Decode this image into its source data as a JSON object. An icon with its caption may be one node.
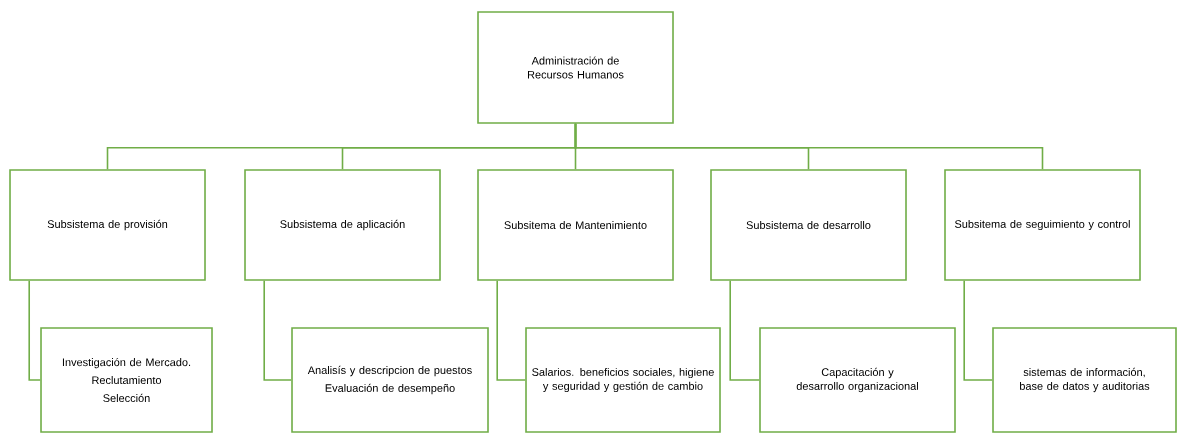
{
  "diagram": {
    "nodes": [
      {
        "text": [
          "Administración de Recursos Humanos"
        ]
      },
      {
        "text": [
          "Subsistema de provisión"
        ]
      },
      {
        "text": [
          "Subsistema de aplicación"
        ]
      },
      {
        "text": [
          "Subsitema de Mantenimiento"
        ]
      },
      {
        "text": [
          "Subsistema de desarrollo"
        ]
      },
      {
        "text": [
          "Subsitema de seguimiento y control"
        ]
      },
      {
        "text": [
          "Investigación de Mercado.",
          "Reclutamiento",
          "Selección"
        ]
      },
      {
        "text": [
          "Analisís y descripcion de puestos",
          "Evaluación de desempeño"
        ]
      },
      {
        "text": [
          "Salarios. beneficios sociales, higiene y seguridad y gestión de cambio"
        ]
      },
      {
        "text": [
          "Capacitación y desarrollo organizacional"
        ]
      },
      {
        "text": [
          "sistemas de información, base de datos y auditorias"
        ]
      }
    ],
    "edges": [
      {
        "from": 0,
        "to": 1,
        "arrow": "none"
      },
      {
        "from": 0,
        "to": 2,
        "arrow": "none"
      },
      {
        "from": 0,
        "to": 3,
        "arrow": "none"
      },
      {
        "from": 0,
        "to": 4,
        "arrow": "none"
      },
      {
        "from": 0,
        "to": 5,
        "arrow": "none"
      },
      {
        "from": 1,
        "to": 6,
        "arrow": "none"
      },
      {
        "from": 2,
        "to": 7,
        "arrow": "none"
      },
      {
        "from": 3,
        "to": 8,
        "arrow": "none"
      },
      {
        "from": 4,
        "to": 9,
        "arrow": "none"
      },
      {
        "from": 5,
        "to": 10,
        "arrow": "none"
      }
    ]
  }
}
